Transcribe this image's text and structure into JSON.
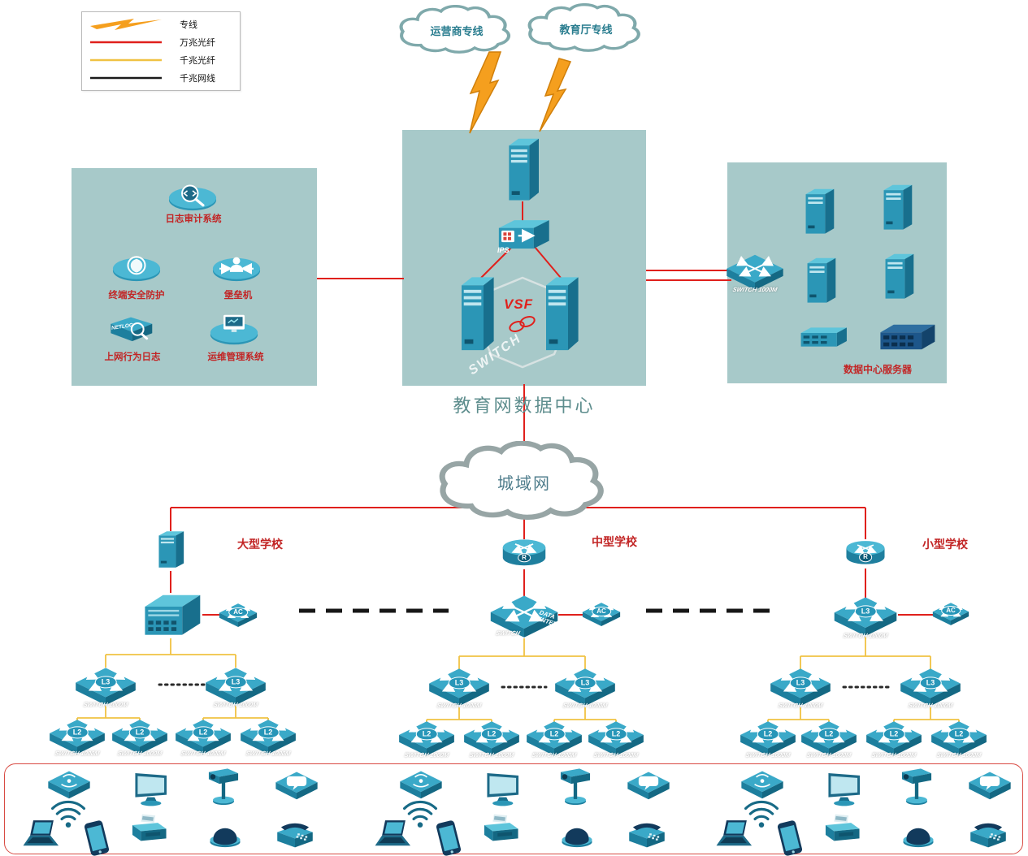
{
  "legend": {
    "items": [
      {
        "label": "专线",
        "type": "lightning",
        "color": "#f59f1e"
      },
      {
        "label": "万兆光纤",
        "type": "line",
        "color": "#e0201c"
      },
      {
        "label": "千兆光纤",
        "type": "line",
        "color": "#f0c243"
      },
      {
        "label": "千兆网线",
        "type": "line",
        "color": "#1a1a1a"
      }
    ]
  },
  "clouds": {
    "carrier": "运营商专线",
    "education": "教育厅专线",
    "man": "城域网"
  },
  "datacenter": {
    "title": "教育网数据中心",
    "vsf_label": "VSF",
    "ips_label": "IPS",
    "switch_watermark": "SWITCH"
  },
  "security_zone": {
    "items": [
      {
        "label": "日志审计系统"
      },
      {
        "label": "终端安全防护"
      },
      {
        "label": "堡垒机"
      },
      {
        "label": "上网行为日志"
      },
      {
        "label": "运维管理系统"
      }
    ],
    "netlog_text": "NETLOG"
  },
  "server_zone": {
    "title": "数据中心服务器",
    "switch_label": "SWITCH 1000M"
  },
  "schools": [
    {
      "name": "大型学校"
    },
    {
      "name": "中型学校"
    },
    {
      "name": "小型学校"
    }
  ],
  "labels": {
    "l3": "L3",
    "l2": "L2",
    "ac": "AC",
    "r": "R",
    "switch": "SWITCH",
    "switch1000": "SWITCH 1000M",
    "data_center": "DATA CENTER"
  },
  "colors": {
    "line_dedicated": "#f59f1e",
    "line_10g_fiber": "#e0201c",
    "line_1g_fiber": "#f0c243",
    "line_1g_cable": "#1a1a1a",
    "zone_background": "#a7c9c9",
    "device_teal": "#2b96b6",
    "label_red": "#c22525"
  }
}
